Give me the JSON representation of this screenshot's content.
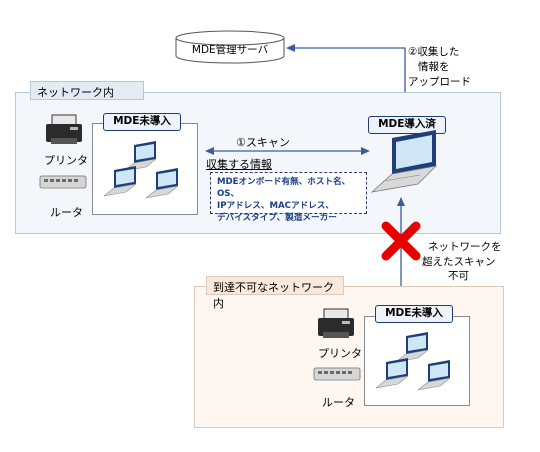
{
  "mgmt_server": {
    "label": "MDE管理サーバ"
  },
  "upload_note": {
    "lines": [
      "②収集した",
      "情報を",
      "アップロード"
    ]
  },
  "network_inside": {
    "label": "ネットワーク内"
  },
  "unreachable_network": {
    "label": "到達不可なネットワーク内"
  },
  "not_installed_badge": "MDE未導入",
  "installed_badge": "MDE導入済",
  "printer_label": "プリンタ",
  "router_label": "ルータ",
  "scan_label": "①スキャン",
  "collected_label": "収集する情報",
  "info_lines": [
    "MDEオンボード有無、ホスト名、OS、",
    "IPアドレス、MACアドレス、",
    "デバイスタイプ、製造メーカー"
  ],
  "blocked_note": {
    "lines": [
      "ネットワークを",
      "超えたスキャン",
      "不可"
    ]
  },
  "colors": {
    "arrow": "#3d5d96",
    "cross": "#e60000",
    "inside_bg": "#f3f7fb",
    "outside_bg": "#fdf6f1",
    "server_fill": "#ffffff"
  }
}
